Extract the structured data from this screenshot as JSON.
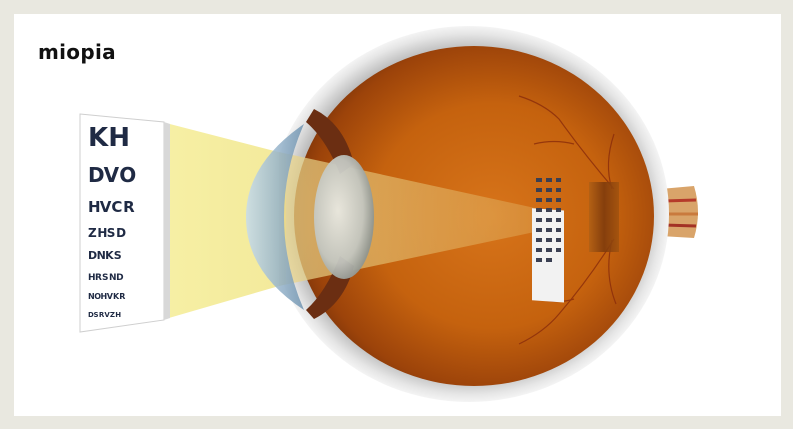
{
  "title": "miopia",
  "eye_chart": {
    "rows": [
      [
        "K",
        "H"
      ],
      [
        "D",
        "V",
        "O"
      ],
      [
        "H",
        "V",
        "C",
        "R"
      ],
      [
        "Z",
        "H",
        "S",
        "D"
      ],
      [
        "D",
        "N",
        "K",
        "S"
      ],
      [
        "H",
        "R",
        "S",
        "N",
        "D"
      ],
      [
        "N",
        "O",
        "H",
        "V",
        "K",
        "R"
      ],
      [
        "D",
        "S",
        "R",
        "V",
        "Z",
        "H"
      ]
    ]
  },
  "colors": {
    "background": "#e9e8e0",
    "eyeball": "#c5620e",
    "light_beam": "#f3ec9a",
    "sclera": "#dcdcdc",
    "optic_nerve": "#d9a46a"
  }
}
